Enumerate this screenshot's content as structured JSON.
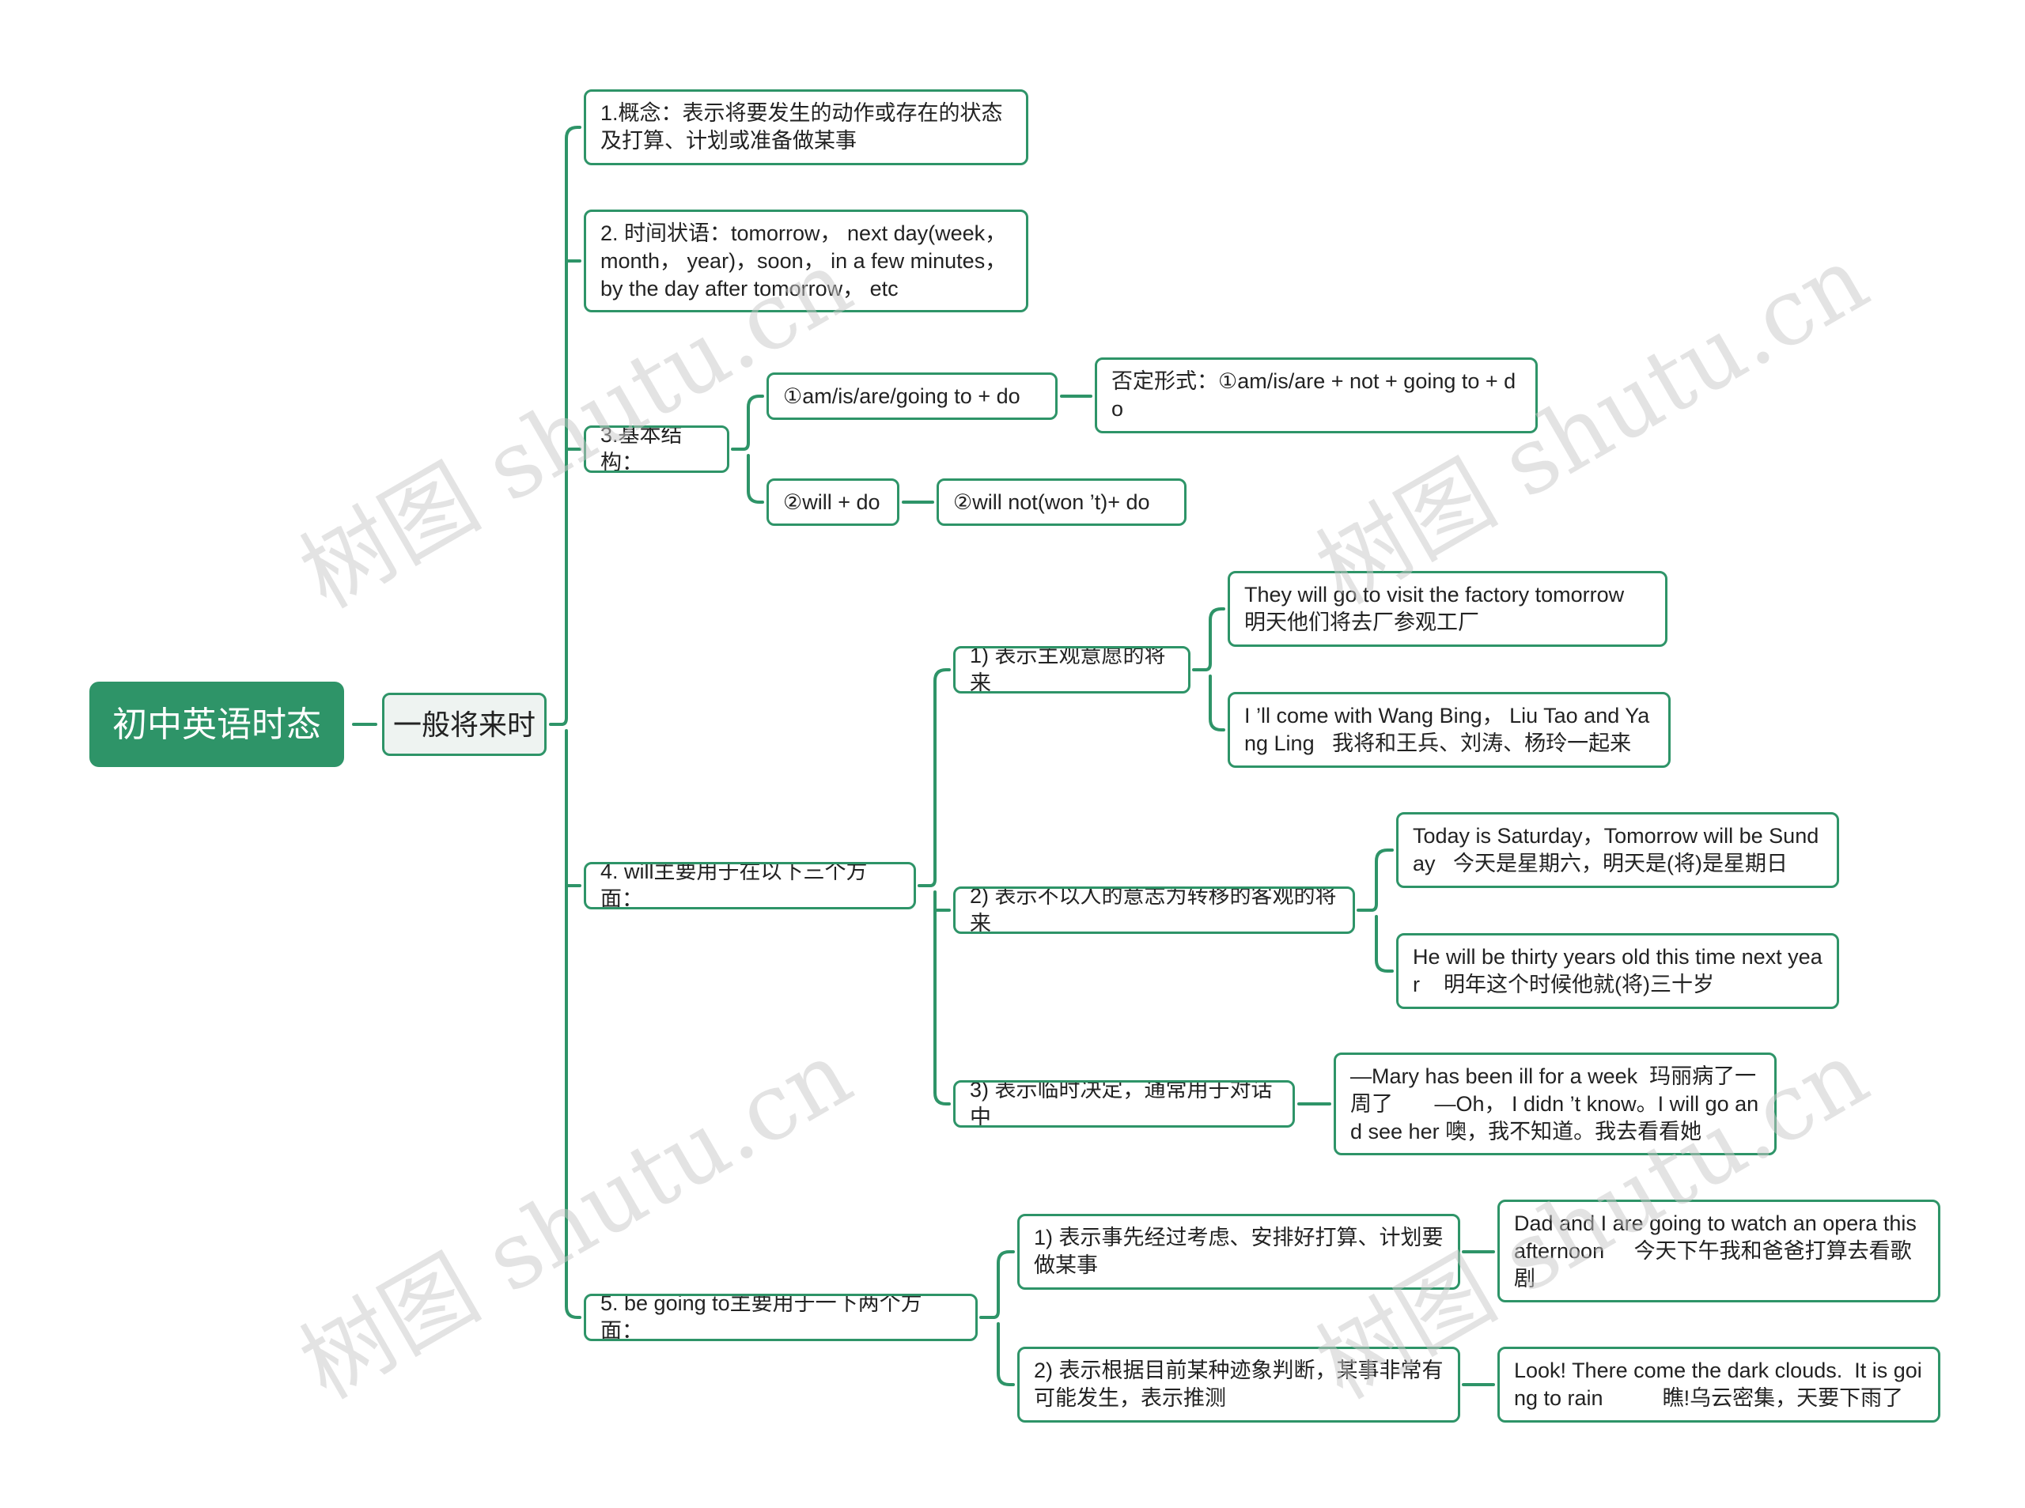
{
  "root": {
    "label": "初中英语时态"
  },
  "topic": {
    "label": "一般将来时"
  },
  "nodes": {
    "concept": "1.概念：表示将要发生的动作或存在的状态及打算、计划或准备做某事",
    "time_adverbials": "2. 时间状语：tomorrow， next day(week， month， year)，soon， in a few minutes， by the day after tomorrow， etc",
    "structure": "3.基本结构：",
    "struct_1": "①am/is/are/going to + do",
    "struct_1_neg": "否定形式：①am/is/are + not + going to + do",
    "struct_2": "②will + do",
    "struct_2_neg": "②will not(won ’t)+ do",
    "will_usage": "4. will主要用于在以下三个方面：",
    "will_1": "1) 表示主观意愿的将来",
    "will_1_ex1": "They will go to visit the factory tomorrow 明天他们将去厂参观工厂",
    "will_1_ex2": "I ’ll come with Wang Bing， Liu Tao and Yang Ling   我将和王兵、刘涛、杨玲一起来",
    "will_2": "2) 表示不以人的意志为转移的客观的将来",
    "will_2_ex1": "Today is Saturday，Tomorrow will be Sunday   今天是星期六，明天是(将)是星期日",
    "will_2_ex2": "He will be thirty years old this time next year    明年这个时候他就(将)三十岁",
    "will_3": "3) 表示临时决定，通常用于对话中",
    "will_3_ex": "—Mary has been ill for a week  玛丽病了一周了       —Oh， I didn ’t know。I will go and see her 噢，我不知道。我去看看她",
    "going_usage": "5. be going to主要用于一下两个方面：",
    "going_1": "1) 表示事先经过考虑、安排好打算、计划要做某事",
    "going_1_ex": "Dad and I are going to watch an opera this afternoon     今天下午我和爸爸打算去看歌剧",
    "going_2": "2) 表示根据目前某种迹象判断，某事非常有可能发生，表示推测",
    "going_2_ex": "Look! There come the dark clouds.  It is going to rain          瞧!乌云密集，天要下雨了"
  },
  "watermark": "树图 shutu.cn",
  "colors": {
    "accent": "#2e9468",
    "topic_bg": "#eef3f1",
    "text": "#222222"
  }
}
